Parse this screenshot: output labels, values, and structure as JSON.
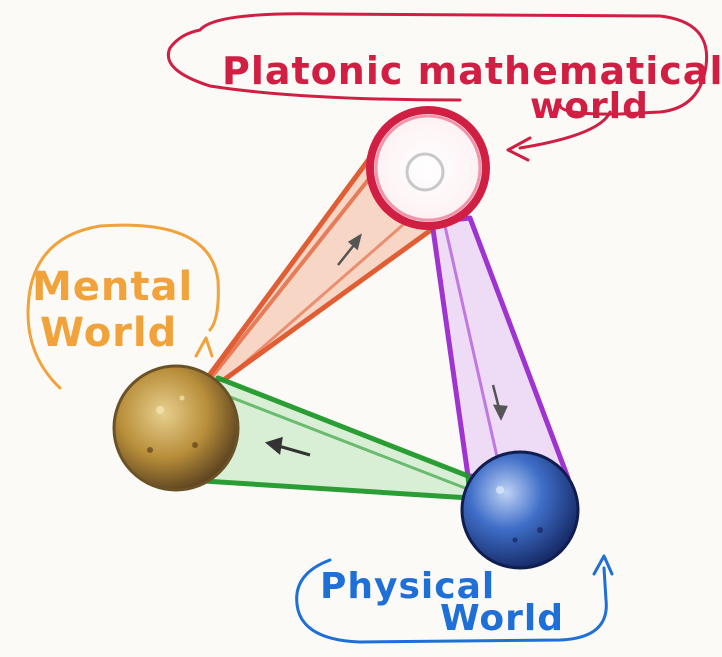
{
  "labels": {
    "platonic_line1": "Platonic mathematical",
    "platonic_line2": "world",
    "mental_line1": "Mental",
    "mental_line2": "World",
    "physical_line1": "Physical",
    "physical_line2": "World"
  },
  "colors": {
    "platonic": "#d11f44",
    "mental": "#f2a23a",
    "physical": "#1e6fd6",
    "beam_platonic_mental": "#e0562a",
    "beam_platonic_physical": "#9b2ad0",
    "beam_mental_physical": "#1f9a2b",
    "mental_sphere": "#c9a24c",
    "physical_sphere": "#2a56b8"
  },
  "icons": [
    "platonic-sphere-icon",
    "mental-sphere-icon",
    "physical-sphere-icon",
    "arrow-icon"
  ]
}
